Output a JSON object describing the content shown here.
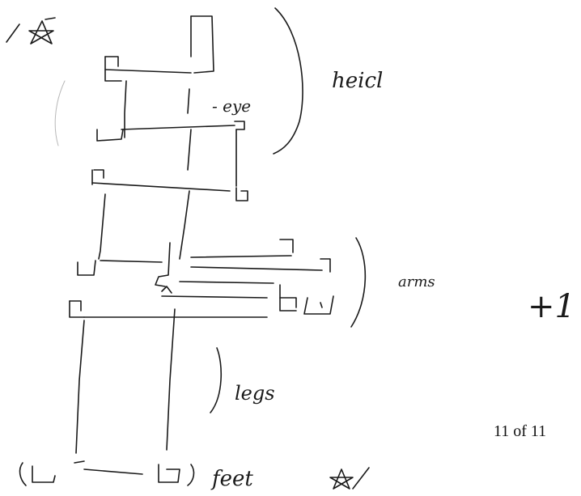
{
  "annotations": {
    "head": "heicl",
    "eye": "- eye",
    "arms": "arms",
    "legs": "legs",
    "feet": "feet",
    "plus_one": "+1"
  },
  "page_counter": "11 of 11"
}
